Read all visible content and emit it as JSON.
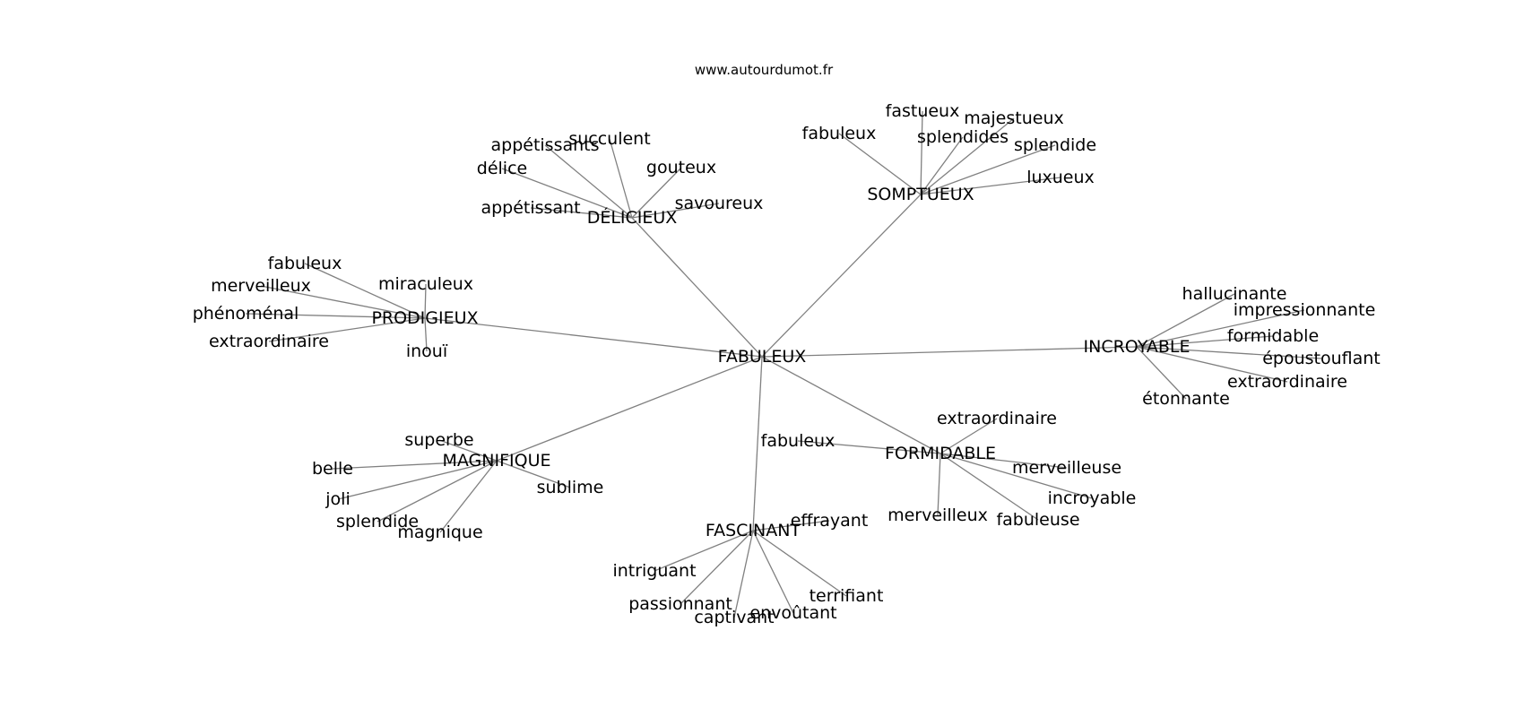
{
  "watermark": "www.autourdumot.fr",
  "colors": {
    "edge": "#808080",
    "text": "#000000",
    "background": "#ffffff"
  },
  "graph": {
    "root": "FABULEUX",
    "clusters": [
      {
        "hub": "DÉLICIEUX",
        "leaves": [
          "appétissants",
          "succulent",
          "délice",
          "gouteux",
          "appétissant",
          "savoureux"
        ]
      },
      {
        "hub": "SOMPTUEUX",
        "leaves": [
          "fastueux",
          "majestueux",
          "fabuleux",
          "splendides",
          "splendide",
          "luxueux"
        ]
      },
      {
        "hub": "PRODIGIEUX",
        "leaves": [
          "fabuleux",
          "merveilleux",
          "miraculeux",
          "phénoménal",
          "extraordinaire",
          "inouï"
        ]
      },
      {
        "hub": "INCROYABLE",
        "leaves": [
          "hallucinante",
          "impressionnante",
          "formidable",
          "époustouflant",
          "extraordinaire",
          "étonnante"
        ]
      },
      {
        "hub": "MAGNIFIQUE",
        "leaves": [
          "superbe",
          "belle",
          "joli",
          "splendide",
          "magnique",
          "sublime"
        ]
      },
      {
        "hub": "FORMIDABLE",
        "leaves": [
          "extraordinaire",
          "fabuleux",
          "merveilleuse",
          "incroyable",
          "merveilleux",
          "fabuleuse"
        ]
      },
      {
        "hub": "FASCINANT",
        "leaves": [
          "effrayant",
          "intriguant",
          "passionnant",
          "captivant",
          "envoûtant",
          "terrifiant"
        ]
      }
    ]
  }
}
